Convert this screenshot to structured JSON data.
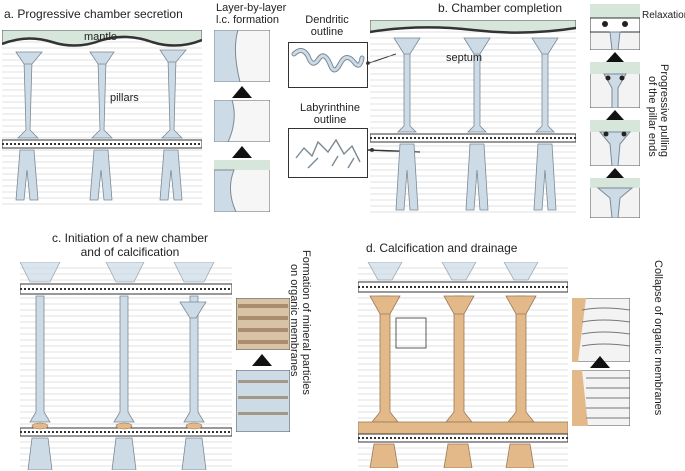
{
  "panel_a": {
    "title": "a. Progressive chamber secretion",
    "mantle_label": "mantle",
    "pillars_label": "pillars",
    "inset_title_line1": "Layer-by-layer",
    "inset_title_line2": "l.c. formation"
  },
  "outlines": {
    "dendritic_line1": "Dendritic",
    "dendritic_line2": "outline",
    "labyrinthine_line1": "Labyrinthine",
    "labyrinthine_line2": "outline"
  },
  "panel_b": {
    "title": "b. Chamber completion",
    "septum_label": "septum",
    "relaxation_label": "Relaxation",
    "pulling_line1": "Progressive pulling",
    "pulling_line2": "of the pillar ends"
  },
  "panel_c": {
    "title_line1": "c. Initiation of a new chamber",
    "title_line2": "and of calcification",
    "particles_line1": "Formation of mineral particles",
    "particles_line2": "on organic membranes"
  },
  "panel_d": {
    "title": "d. Calcification and drainage",
    "collapse_label": "Collapse of organic membranes"
  },
  "colors": {
    "fluid_blue": "#cddbe6",
    "mineral_tan": "#e3b98a",
    "mantle_green": "#d6e6da",
    "line_gray": "#8a8a8a"
  }
}
